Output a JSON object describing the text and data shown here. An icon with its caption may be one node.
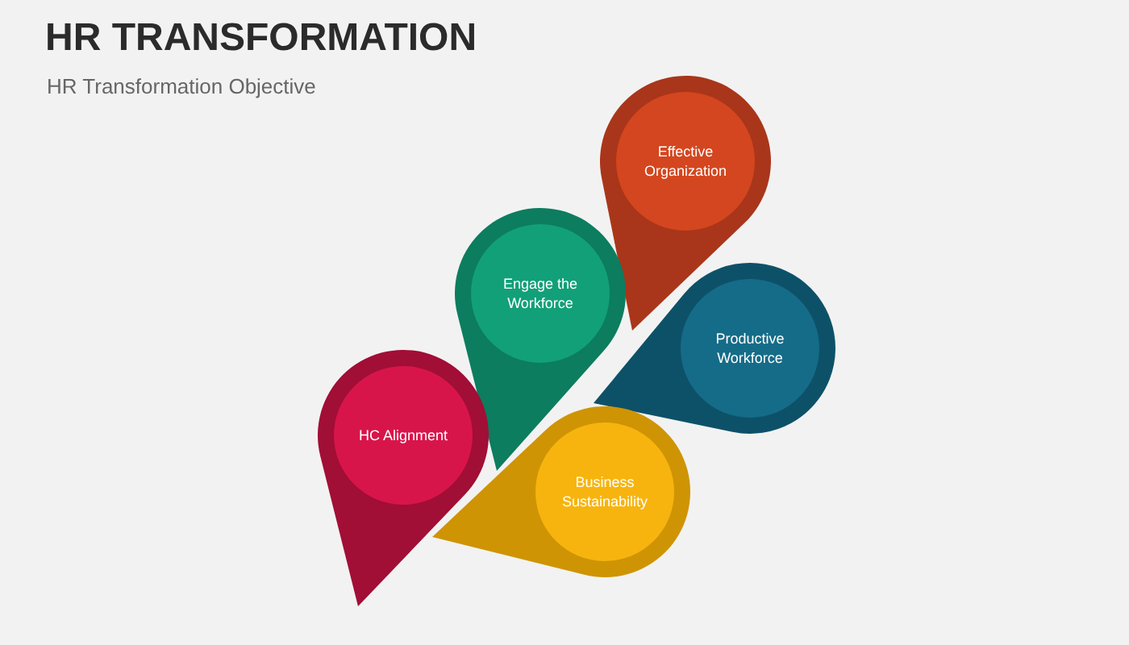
{
  "diagram": {
    "title": "HR TRANSFORMATION",
    "caption": "HR Transformation Objective",
    "nodes": [
      {
        "text": [
          "Effective Organization"
        ]
      },
      {
        "text": [
          "Engage the Workforce"
        ]
      },
      {
        "text": [
          "Productive Workforce"
        ]
      },
      {
        "text": [
          "HC Alignment"
        ]
      },
      {
        "text": [
          "Business Sustainability"
        ]
      }
    ]
  }
}
